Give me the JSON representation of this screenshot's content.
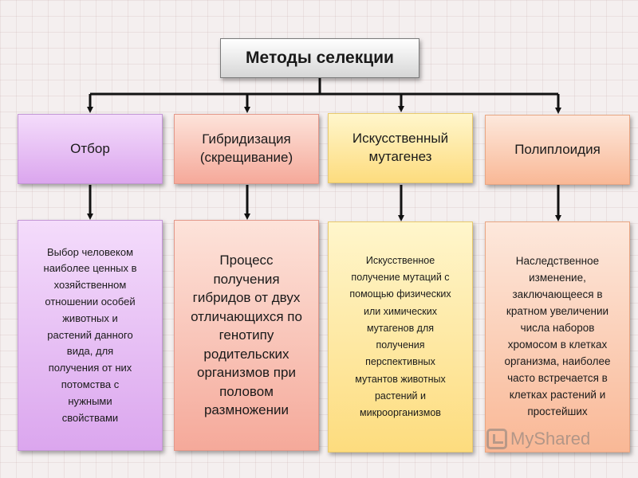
{
  "title": "Методы селекции",
  "methods": [
    {
      "name": "Отбор",
      "description": "Выбор человеком\nнаиболее ценных в\nхозяйственном\nотношении особей\nживотных и\nрастений данного\nвида, для\nполучения от них\nпотомства с\nнужными\nсвойствами"
    },
    {
      "name": "Гибридизация\n(скрещивание)",
      "description": "Процесс\nполучения\nгибридов от двух\nотличающихся по\nгенотипу\nродительских\nорганизмов при\nполовом\nразмножении"
    },
    {
      "name": "Искусственный\nмутагенез",
      "description": "Искусственное\nполучение мутаций с\nпомощью физических\nили химических\nмутагенов для\nполучения\nперспективных\nмутантов животных\nрастений и\nмикроорганизмов"
    },
    {
      "name": "Полиплоидия",
      "description": "Наследственное\nизменение,\nзаключающееся в\nкратном увеличении\nчисла наборов\nхромосом в клетках\nорганизма, наиболее\nчасто встречается в\nклетках растений и\nпростейших"
    }
  ],
  "watermark": "MyShared"
}
